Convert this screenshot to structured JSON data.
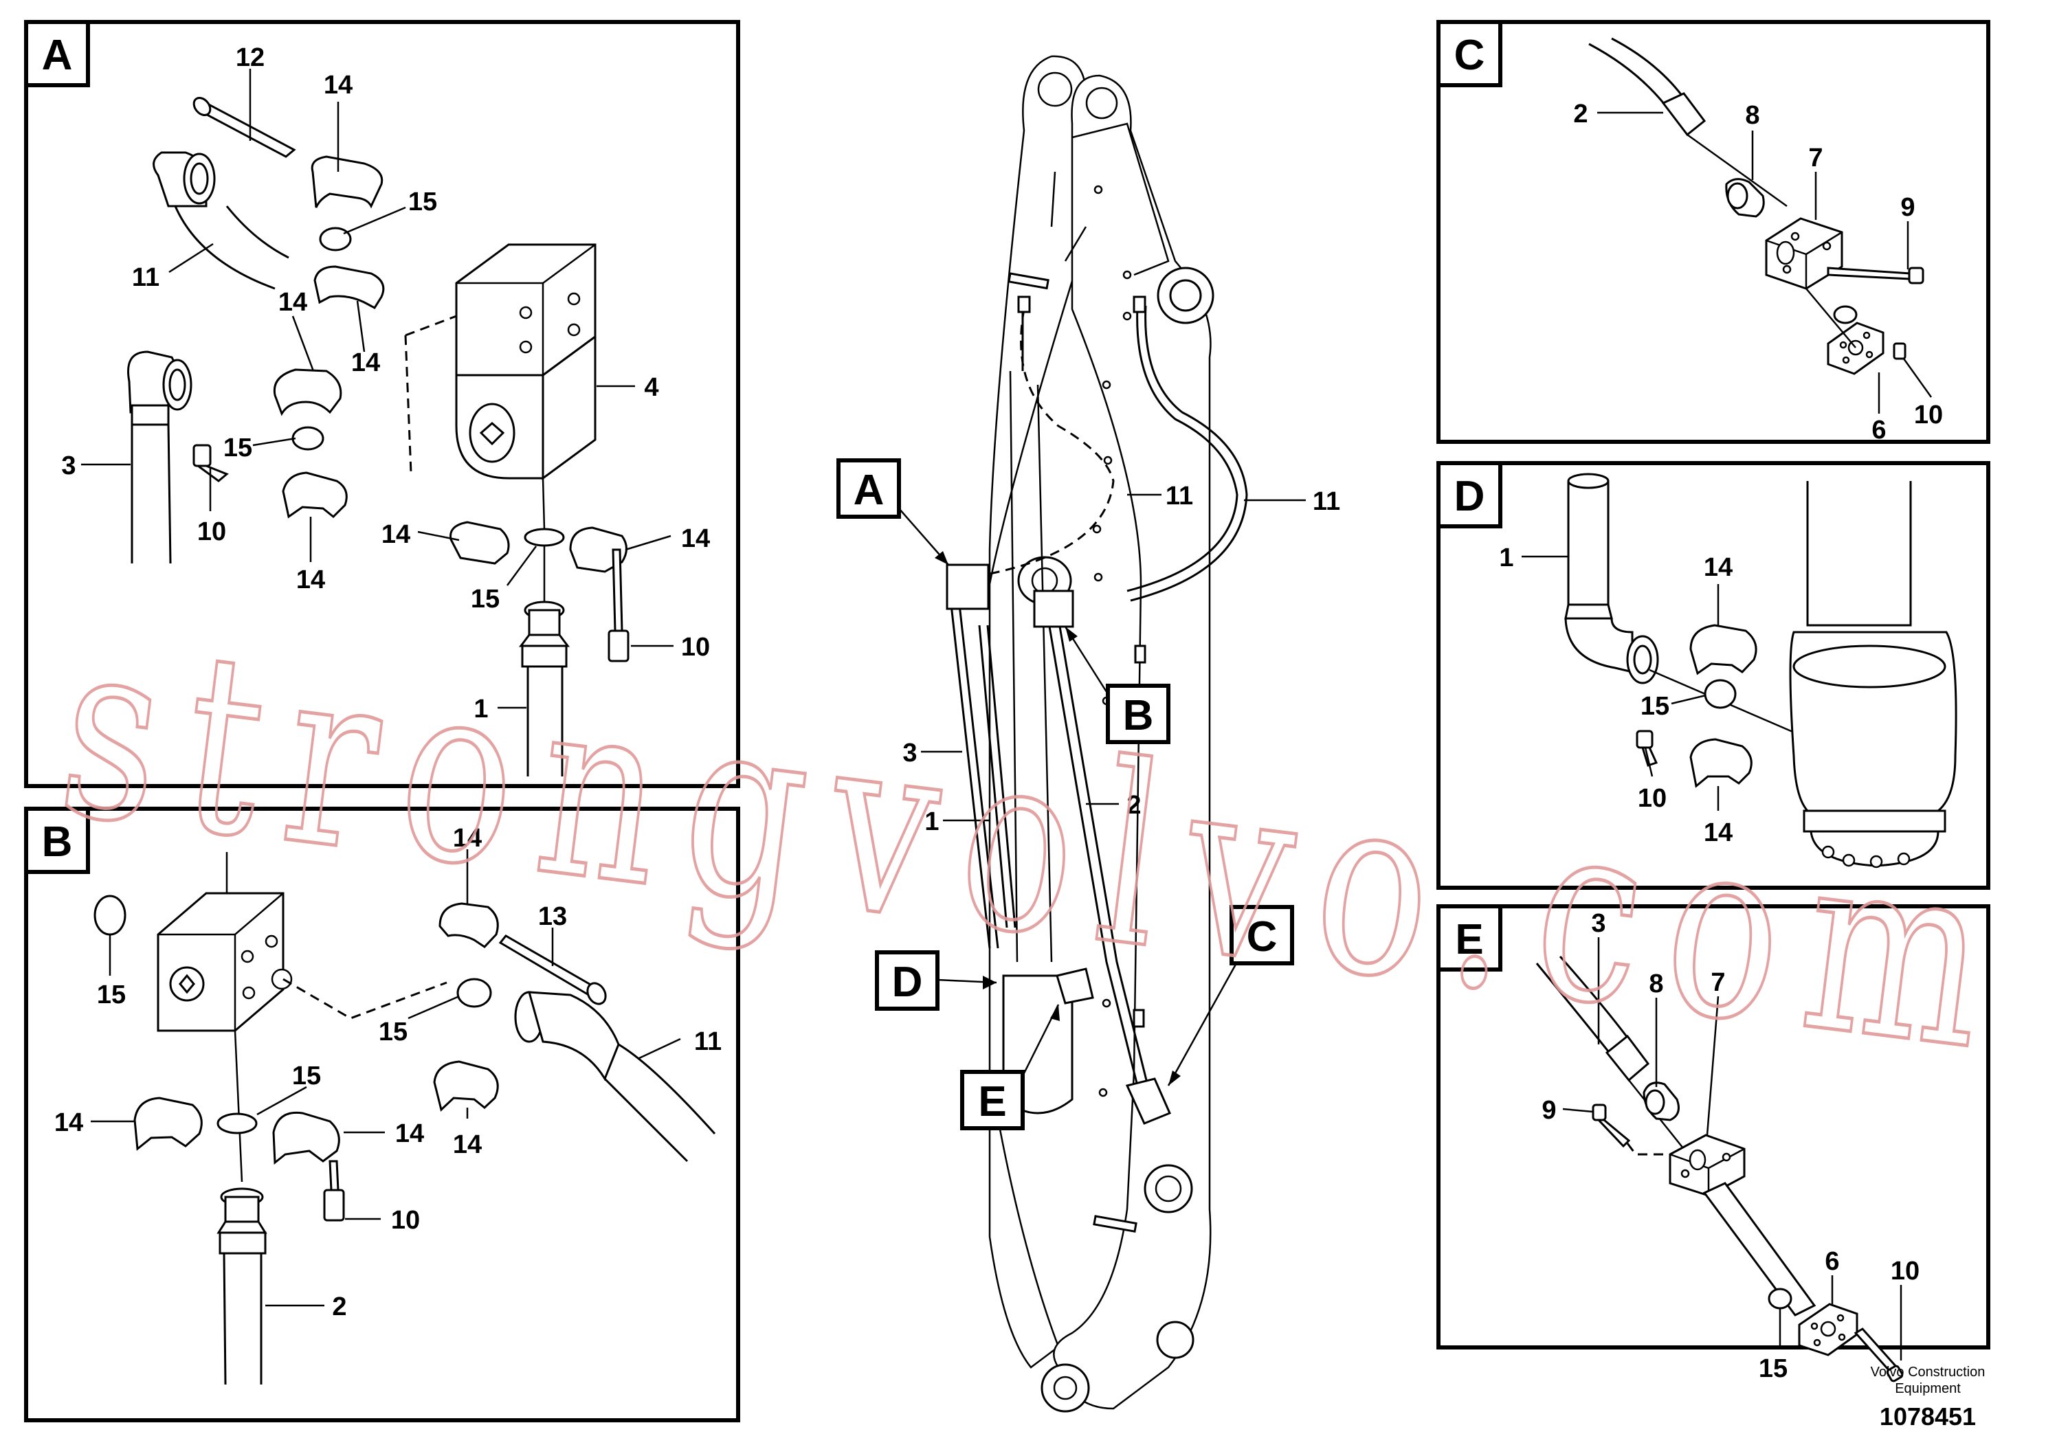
{
  "panels": {
    "a": {
      "letter": "A",
      "labels": [
        "12",
        "14",
        "15",
        "11",
        "14",
        "14",
        "4",
        "3",
        "15",
        "10",
        "14",
        "14",
        "15",
        "14",
        "10",
        "1"
      ]
    },
    "b": {
      "letter": "B",
      "labels": [
        "14",
        "13",
        "15",
        "15",
        "11",
        "15",
        "14",
        "14",
        "14",
        "10",
        "2"
      ]
    },
    "c": {
      "letter": "C",
      "labels": [
        "2",
        "8",
        "7",
        "9",
        "10",
        "6"
      ]
    },
    "d": {
      "letter": "D",
      "labels": [
        "1",
        "14",
        "15",
        "10",
        "14"
      ]
    },
    "e": {
      "letter": "E",
      "labels": [
        "3",
        "8",
        "7",
        "9",
        "6",
        "10",
        "15"
      ]
    }
  },
  "center": {
    "labels": {
      "hose_11_left": "11",
      "hose_11_right": "11",
      "hose_3": "3",
      "hose_1": "1",
      "hose_2": "2"
    },
    "markers": {
      "a": "A",
      "b": "B",
      "c": "C",
      "d": "D",
      "e": "E"
    }
  },
  "footer": {
    "company_line1": "Volvo Construction",
    "company_line2": "Equipment",
    "drawing_number": "1078451"
  },
  "watermark": {
    "text": "strongvolvo.com",
    "color": "#e29a9a"
  }
}
